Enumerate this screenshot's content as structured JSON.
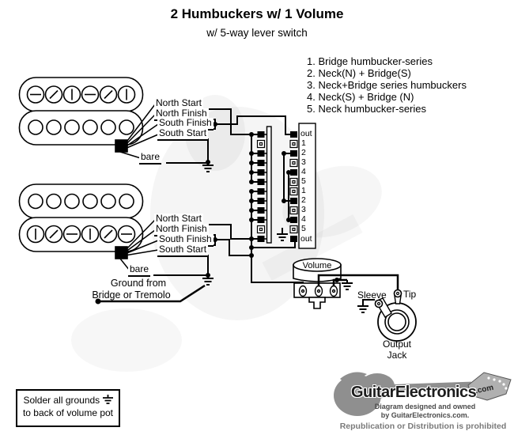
{
  "title": "2 Humbuckers w/ 1 Volume",
  "subtitle": "w/ 5-way lever switch",
  "selector_positions": [
    "1. Bridge humbucker-series",
    "2. Neck(N) + Bridge(S)",
    "3. Neck+Bridge series humbuckers",
    "4. Neck(S) + Bridge (N)",
    "5. Neck humbucker-series"
  ],
  "wire_labels": {
    "north_start": "North Start",
    "north_finish": "North Finish",
    "south_finish": "South Finish",
    "south_start": "South Start",
    "bare": "bare"
  },
  "switch_terminals": [
    "out",
    "1",
    "2",
    "3",
    "4",
    "5",
    "1",
    "2",
    "3",
    "4",
    "5",
    "out"
  ],
  "ground_note": {
    "line1": "Ground from",
    "line2": "Bridge or Tremolo"
  },
  "volume_label": "Volume",
  "jack": {
    "sleeve": "Sleeve",
    "tip": "Tip",
    "caption_line1": "Output",
    "caption_line2": "Jack"
  },
  "solder_note": {
    "line1": "Solder all grounds",
    "line2": "to back of volume pot"
  },
  "logo": {
    "brand": "GuitarElectronics",
    "domain": ".com",
    "credit_line1": "Diagram designed and owned",
    "credit_line2": "by GuitarElectronics.com.",
    "notice": "Republication or Distribution is prohibited"
  },
  "colors": {
    "wire": "#000000",
    "background": "#ffffff",
    "logo_gray": "#8f8f8f"
  }
}
